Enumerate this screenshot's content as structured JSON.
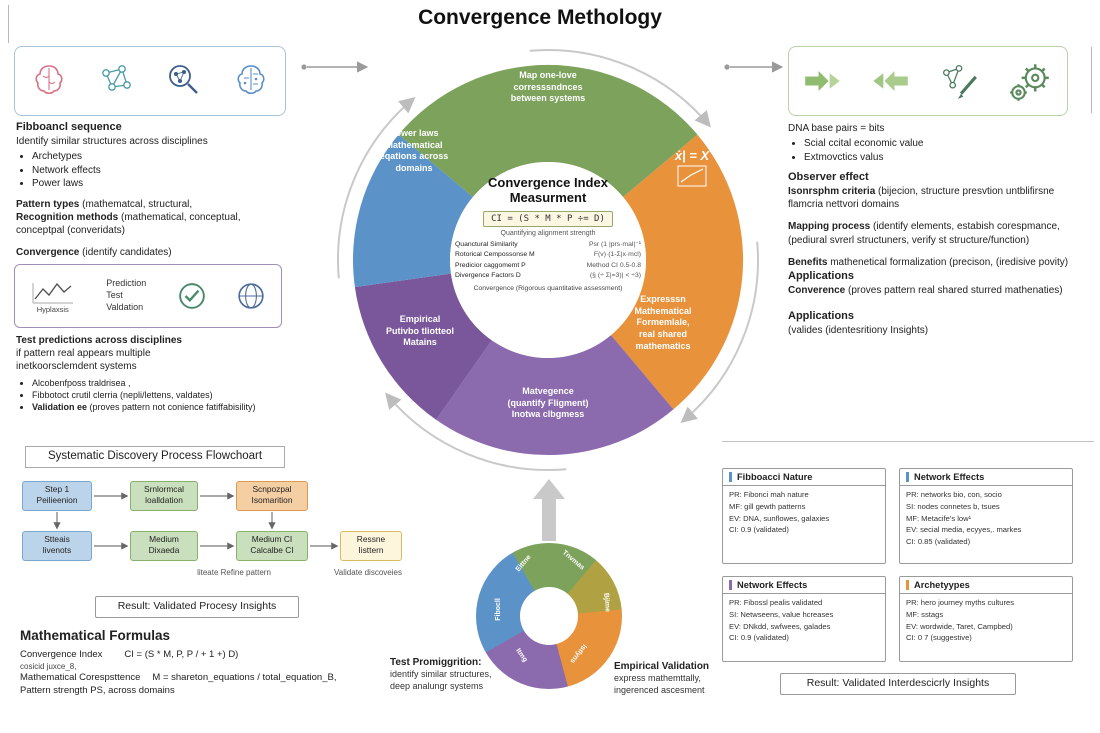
{
  "title": "Convergence Methology",
  "left_panel": {
    "h1": "Fibboancl sequence",
    "sub1": "Identify similar structures across disciplines",
    "bullets1": [
      "Archetypes",
      "Network effects",
      "Power laws"
    ],
    "p_types_bold": "Pattern types",
    "p_types_rest": " (mathematcal, structural,",
    "p_recog_bold": "Recognition methods",
    "p_recog_rest": " (mathematical, conceptual,",
    "p_concept": "conceptpal (converidats)",
    "p_conv_bold": "Convergence",
    "p_conv_rest": " (identify candidates)"
  },
  "validation_box": {
    "chart_label": "Hyplaxsis",
    "items": [
      "Prediction",
      "Test",
      "Valdation"
    ]
  },
  "test_block": {
    "l1": "Test predictions across disciplines",
    "l2": "if pattern real appears multiple",
    "l3": "inetkoorsclemdent systems",
    "b1": "Alcobenfposs traldrisea ,",
    "b2_bold": "Fibbotoct crutil clerria",
    "b2_rest": " (nepli/lettens, valdates)",
    "b3_bold": "Validation ee",
    "b3_rest": " (proves pattern not conience fatiffabisility)"
  },
  "flowchart": {
    "title": "Systematic Discovery Process Flowchoart",
    "r1b1": [
      "Step 1",
      "Peilieenion"
    ],
    "r1b2": [
      "Srnlormcal",
      "loalldation"
    ],
    "r1b3": [
      "Scnpozpal",
      "Isomarition"
    ],
    "r2b1": [
      "Stteais",
      "livenots"
    ],
    "r2b2": [
      "Medium",
      "Dixaeda"
    ],
    "r2b3": [
      "Medium CI",
      "Calcalbe CI"
    ],
    "r2b4": [
      "Ressne",
      "Iisttern"
    ],
    "cap1": "liteate Refine pattern",
    "cap2": "Validate discoveies",
    "result": "Result: Validated Procesy Insights"
  },
  "formulas": {
    "heading": "Mathematical Formulas",
    "l1a": "Convergence Index",
    "l1b": "CI = (S * M, P, P / + 1 +) D)",
    "l2": "cosicid juxce_8,",
    "l3a": "Mathematical Corespsttence",
    "l3b": "M = shareton_equations / total_equation_B,",
    "l4": "Pattern strength PS, across domains"
  },
  "circle": {
    "green": [
      "Map one-love",
      "corresssndnces",
      "between systems"
    ],
    "blue": [
      "Power laws",
      "Mathematical",
      "eqations across",
      "domains"
    ],
    "orange": [
      "Expresssn",
      "Mathematical",
      "Formemlale,",
      "real shared",
      "mathematics"
    ],
    "purple_left_bold": "Empirical",
    "purple_left": [
      "Putivbo tliotteol",
      "Matains"
    ],
    "purple_bottom": [
      "Matvegence",
      "(quantify Fligment)",
      "Inotwa clbgmess"
    ],
    "math_icon": "ẋ| = X",
    "center": {
      "t1": "Convergence Index",
      "t2": "Measurment",
      "formula": "CI = (S * M *  P  ÷= D)",
      "sub": "Quantifying alignment strength",
      "rows": [
        [
          "Quanctural Similarity",
          "Psr (1 |prs·mal|⁻¹"
        ],
        [
          "Rotorical Cempossonse M",
          "F(v)·(1-Σ|x·mcl)"
        ],
        [
          "Predicior caggomemt P",
          "Method CI 0.5-0.8"
        ],
        [
          "Divergence Factors D",
          "(§ (÷ Σ|=3)| < ÷3)"
        ]
      ],
      "footer": "Convergence (Rigorous quantitative assessment)"
    }
  },
  "right_panel": {
    "h1": "DNA base pairs = bits",
    "bullets": [
      "Scial ccital economic value",
      "Extmovctics valus"
    ],
    "observer": "Observer effect",
    "iso_bold": "Isonrsphm criteria",
    "iso_rest": " (bijecion, structure presvtion untblifirsne flamcria nettvori domains",
    "map_bold": "Mapping process",
    "map_rest": " (identify elements, estabish corespmance, (pediural svrerl structuners, verify st  structure/function)",
    "ben_bold": "Benefits",
    "ben_rest": " mathenetical formalization (precison, (iredisive povity)",
    "app1": "Applications",
    "conv_bold": "Converence",
    "conv_rest": " (proves pattern real shared sturred mathenaties)",
    "app2": "Applications",
    "app2_sub": "(valides (identesritiony Insights)"
  },
  "donut": {
    "labels": [
      "Eittne",
      "Tnvmas",
      "Bjime",
      "Istlyns",
      "Itmg",
      "Fibocll"
    ],
    "left_bold": "Test Promiggrition:",
    "left_lines": [
      "identify similar structures,",
      "deep analungr systems"
    ],
    "right_bold": "Empirical Validation",
    "right_lines": [
      "express mathemttally,",
      "ingerenced ascesment"
    ]
  },
  "cards": [
    {
      "title": "Fibboacci Nature",
      "accent_style": "background:#5b93c8",
      "lines": [
        "PR: Fibonci mah nature",
        "MF: gill gewth patterns",
        "EV: DNA, sunflowes, galaxies",
        "CI: 0.9 (validated)"
      ]
    },
    {
      "title": "Network Effects",
      "accent_style": "background:#5b93c8",
      "lines": [
        "PR: networks bio, con, socio",
        "SI: nodes connetes b, tsues",
        "MF: Metacife's low¹",
        "EV: secial media, ecyyes,. markes",
        "CI: 0.85 (validated)"
      ]
    },
    {
      "title": "Network Effects",
      "accent_style": "background:#8b6aad",
      "lines": [
        "PR: Fibossl pealis validated",
        "SI: Netwseens, value hcreases",
        "EV: DNkdd, swfwees, galades",
        "CI: 0.9 (validated)"
      ]
    },
    {
      "title": "Archetyypes",
      "accent_style": "background:#e8923c",
      "lines": [
        "PR: hero journey myths cultures",
        "MF: sstags",
        "EV: wordwide, Taret, Campbed)",
        "CI: 0 7 (suggestive)"
      ]
    }
  ],
  "result_right": "Result: Validated Interdescicrly Insights",
  "colors": {
    "green": "#7ca25c",
    "orange": "#e8923c",
    "purple": "#8b6aad",
    "purple_dark": "#7a569b",
    "blue": "#5b93c8"
  }
}
